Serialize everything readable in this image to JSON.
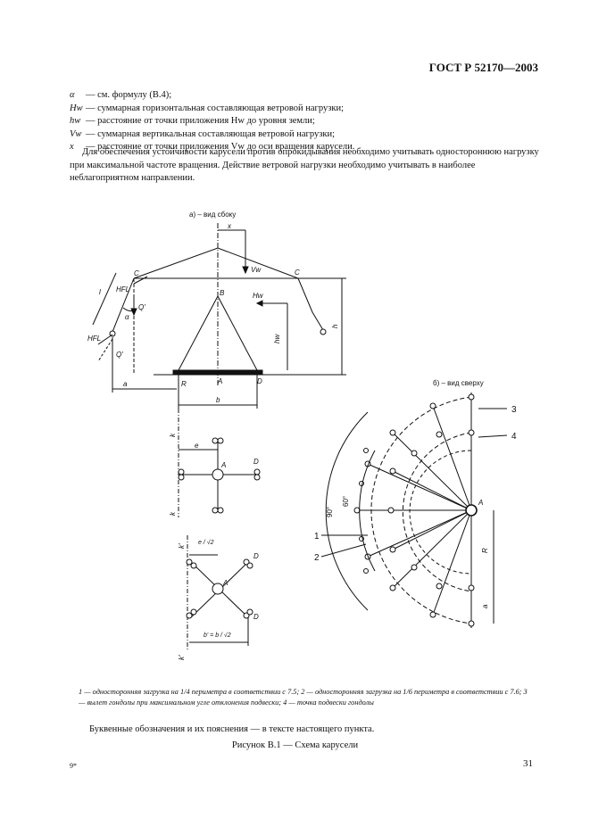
{
  "header": {
    "standard": "ГОСТ Р 52170—2003"
  },
  "definitions": [
    {
      "sym": "α",
      "text": "— см. формулу (В.4);"
    },
    {
      "sym": "Hw",
      "text": "— суммарная горизонтальная составляющая ветровой нагрузки;"
    },
    {
      "sym": "hw",
      "text": "— расстояние от точки приложения Hw до уровня земли;"
    },
    {
      "sym": "Vw",
      "text": "— суммарная вертикальная составляющая ветровой нагрузки;"
    },
    {
      "sym": "x",
      "text": "— расстояние от точки приложения Vw до оси вращения карусели."
    }
  ],
  "paragraph": "Для обеспечения устойчивости карусели против опрокидывания необходимо учитывать одностороннюю нагрузку при максимальной частоте вращения. Действие ветровой нагрузки необходимо учитывать в наиболее неблагоприятном направлении.",
  "figure": {
    "side_view_title": "а) – вид сбоку",
    "top_view_title": "б) – вид сверху",
    "labels": {
      "x": "x",
      "Vw": "Vw",
      "C": "C",
      "B": "B",
      "Hw": "Hw",
      "HFL": "HFL",
      "l": "l",
      "Q": "Q'",
      "alpha": "α",
      "hw": "hw",
      "h": "h",
      "a": "a",
      "R": "R",
      "A": "A",
      "D": "D",
      "b": "b",
      "k": "k",
      "e": "e",
      "kprime": "k'",
      "e_sqrt2": "e / √2",
      "b_sqrt2": "b' = b / √2",
      "deg90": "90°",
      "deg60": "60°",
      "n1": "1",
      "n2": "2",
      "n3": "3",
      "n4": "4"
    }
  },
  "note": "1 — односторонняя загрузка на 1/4 периметра в соответствии с 7.5; 2 — односторонняя загрузка на 1/6 периметра в соответствии с 7.6; 3 — вылет гондолы при максимальном угле отклонения подвески; 4 — точка подвески гондолы",
  "letters_note": "Буквенные обозначения и их пояснения — в тексте настоящего пункта.",
  "caption": "Рисунок В.1 — Схема карусели",
  "page_number": "31",
  "signature": "9*"
}
